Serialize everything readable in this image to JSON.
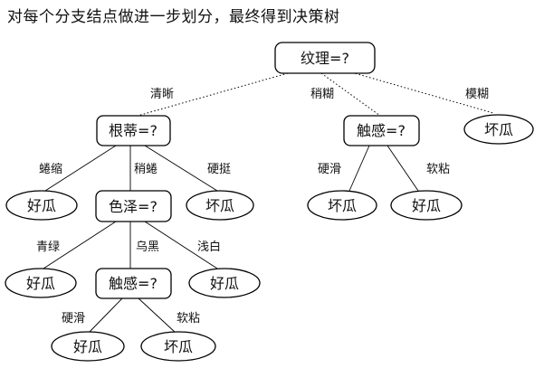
{
  "heading": "对每个分支结点做进一步划分，最终得到决策树",
  "nodes": {
    "root": "纹理=?",
    "root_clear_gendi": "根蒂=?",
    "root_slight_chugan": "触感=?",
    "root_blur_leaf": "坏瓜",
    "gendi_curled_leaf": "好瓜",
    "gendi_slightcurl_seze": "色泽=?",
    "gendi_stiff_leaf": "坏瓜",
    "chugan_hard_leaf": "坏瓜",
    "chugan_soft_leaf": "好瓜",
    "seze_green_leaf": "好瓜",
    "seze_black_chugan": "触感=?",
    "seze_light_leaf": "好瓜",
    "chugan2_hard_leaf": "好瓜",
    "chugan2_soft_leaf": "坏瓜"
  },
  "edges": {
    "clear": "清晰",
    "slightly_blurry": "稍糊",
    "blurry": "模糊",
    "curled": "蜷缩",
    "slightly_curled": "稍蜷",
    "stiff": "硬挺",
    "hard_smooth_1": "硬滑",
    "soft_sticky_1": "软粘",
    "green": "青绿",
    "black": "乌黑",
    "light_white": "浅白",
    "hard_smooth_2": "硬滑",
    "soft_sticky_2": "软粘"
  }
}
